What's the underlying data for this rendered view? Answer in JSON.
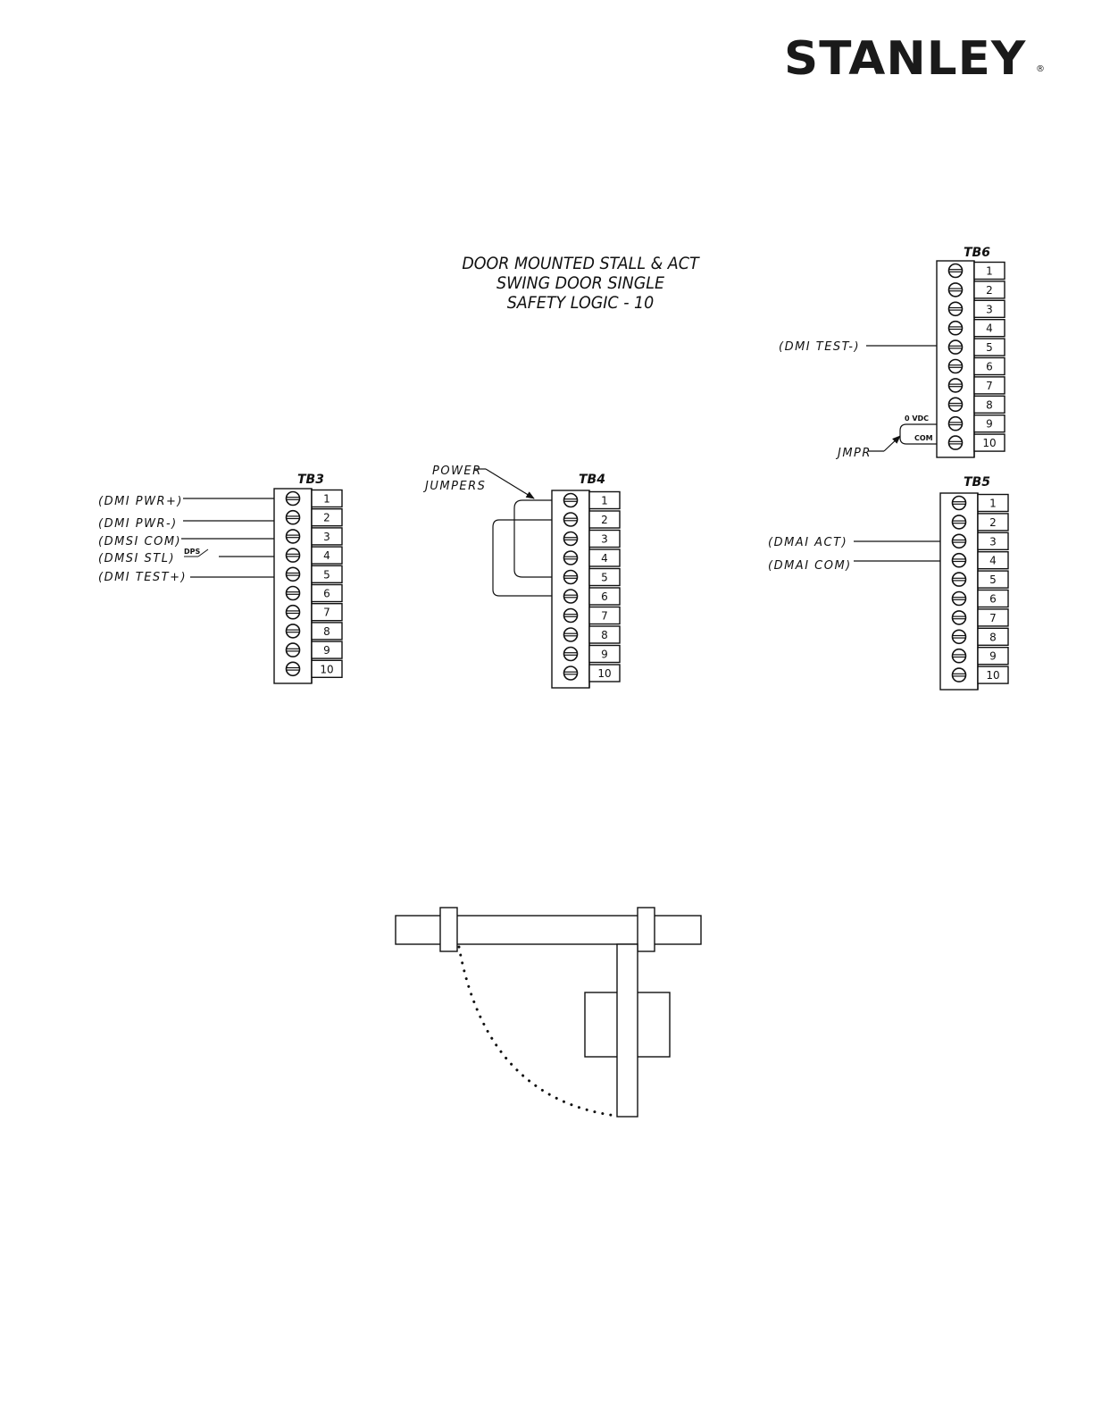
{
  "logo": {
    "text": "STANLEY",
    "registered": "®"
  },
  "title": {
    "line1": "DOOR MOUNTED  STALL & ACT",
    "line2": "SWING DOOR SINGLE",
    "line3": "SAFETY LOGIC - 10"
  },
  "terminal_blocks": {
    "tb3": {
      "name": "TB3",
      "terminals": [
        "1",
        "2",
        "3",
        "4",
        "5",
        "6",
        "7",
        "8",
        "9",
        "10"
      ]
    },
    "tb4": {
      "name": "TB4",
      "terminals": [
        "1",
        "2",
        "3",
        "4",
        "5",
        "6",
        "7",
        "8",
        "9",
        "10"
      ]
    },
    "tb5": {
      "name": "TB5",
      "terminals": [
        "1",
        "2",
        "3",
        "4",
        "5",
        "6",
        "7",
        "8",
        "9",
        "10"
      ]
    },
    "tb6": {
      "name": "TB6",
      "terminals": [
        "1",
        "2",
        "3",
        "4",
        "5",
        "6",
        "7",
        "8",
        "9",
        "10"
      ]
    }
  },
  "labels": {
    "dmi_pwr_plus": "(DMI PWR+)",
    "dmi_pwr_minus": "(DMI PWR-)",
    "dmsi_com": "(DMSI COM)",
    "dmsi_stl": "(DMSI STL)",
    "dps": "DPS",
    "dmi_test_plus": "(DMI TEST+)",
    "power_jumpers_1": "POWER",
    "power_jumpers_2": "JUMPERS",
    "dmi_test_minus": "(DMI TEST-)",
    "zero_vdc": "0 VDC",
    "com": "COM",
    "jmpr": "JMPR",
    "dmai_act": "(DMAI ACT)",
    "dmai_com": "(DMAI COM)"
  }
}
